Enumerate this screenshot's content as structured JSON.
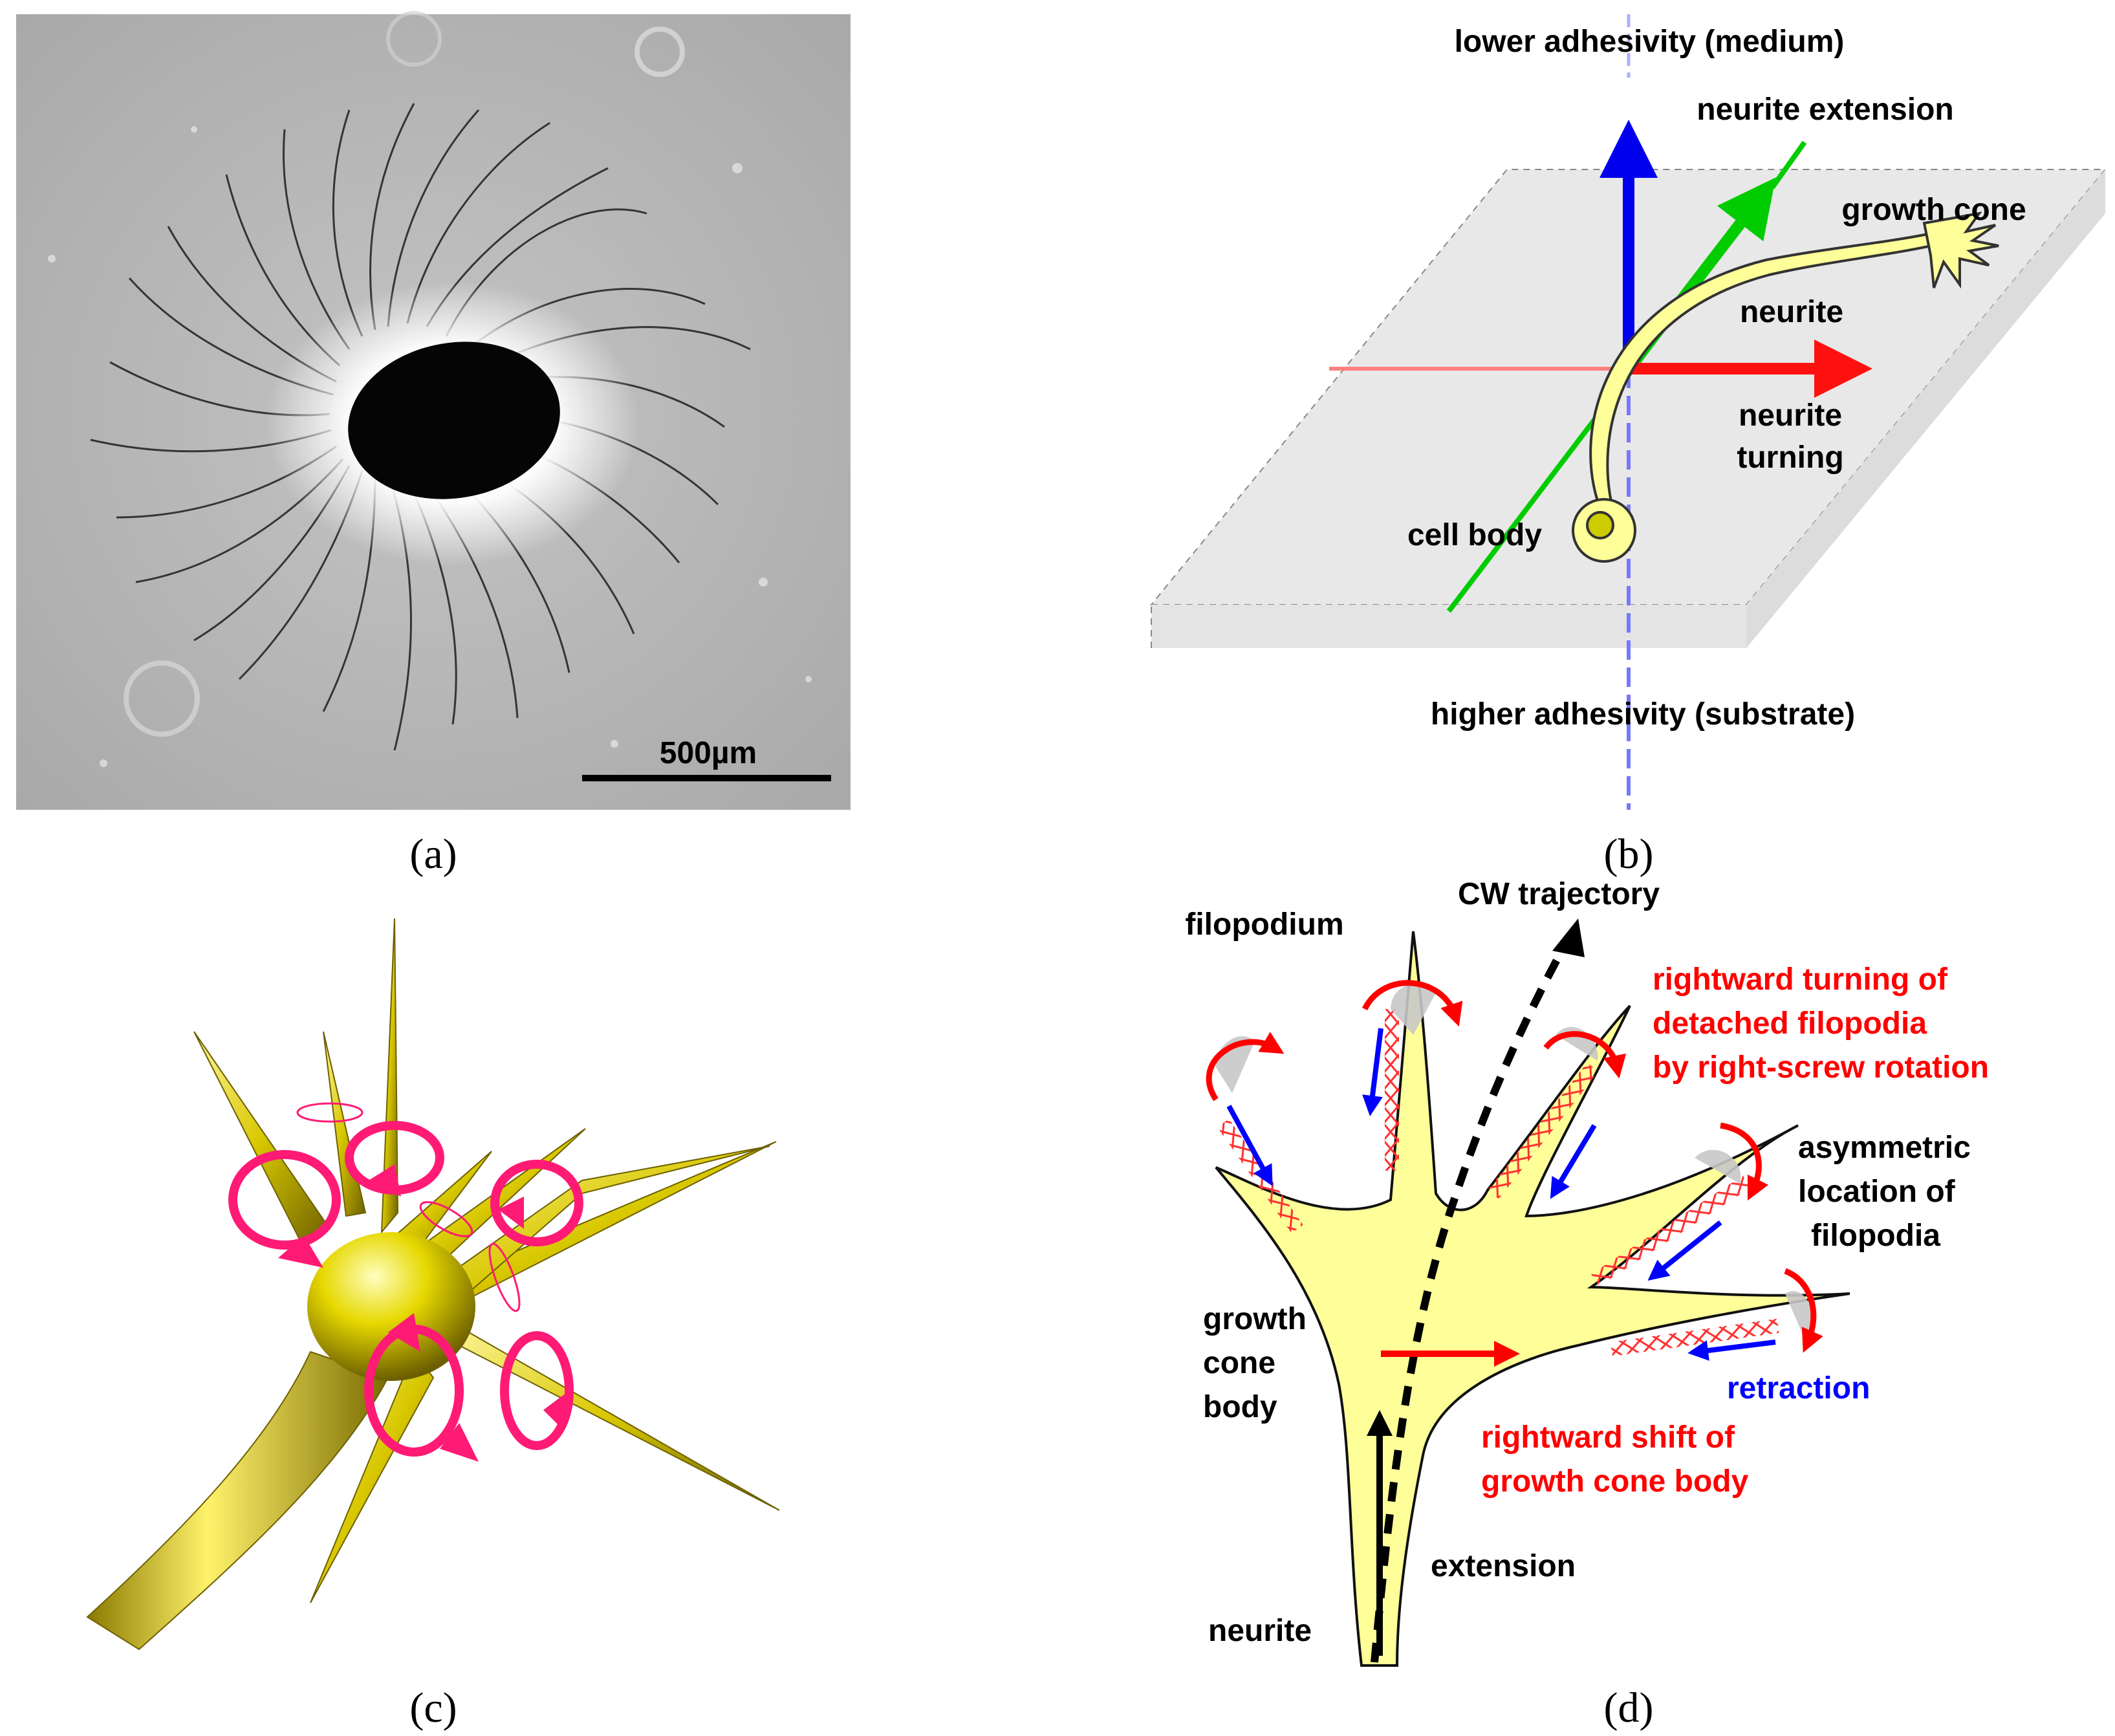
{
  "panel_a": {
    "scale_bar_label": "500µm",
    "caption": "(a)"
  },
  "panel_b": {
    "label_top": "lower adhesivity (medium)",
    "label_bottom": "higher adhesivity (substrate)",
    "label_extension": "neurite extension",
    "label_growth_cone": "growth cone",
    "label_neurite": "neurite",
    "label_turning_line1": "neurite",
    "label_turning_line2": "turning",
    "label_cell_body": "cell body",
    "caption": "(b)"
  },
  "panel_c": {
    "caption": "(c)"
  },
  "panel_d": {
    "label_filopodium": "filopodium",
    "label_cw": "CW trajectory",
    "label_rt_line1": "rightward turning of",
    "label_rt_line2": "detached filopodia",
    "label_rt_line3": "by right-screw rotation",
    "label_asym_line1": "asymmetric",
    "label_asym_line2": "location of",
    "label_asym_line3": "filopodia",
    "label_gcb_line1": "growth",
    "label_gcb_line2": "cone",
    "label_gcb_line3": "body",
    "label_retraction": "retraction",
    "label_shift_line1": "rightward shift of",
    "label_shift_line2": "growth cone body",
    "label_extension": "extension",
    "label_neurite": "neurite",
    "caption": "(d)"
  },
  "colors": {
    "blue_axis": "#0000ee",
    "green_axis": "#00cc00",
    "red_axis": "#ff1010",
    "neurite_fill": "#ffff99",
    "pink_rotation": "#ff1a75",
    "red_text": "#ff0000",
    "blue_text": "#0000ff"
  }
}
